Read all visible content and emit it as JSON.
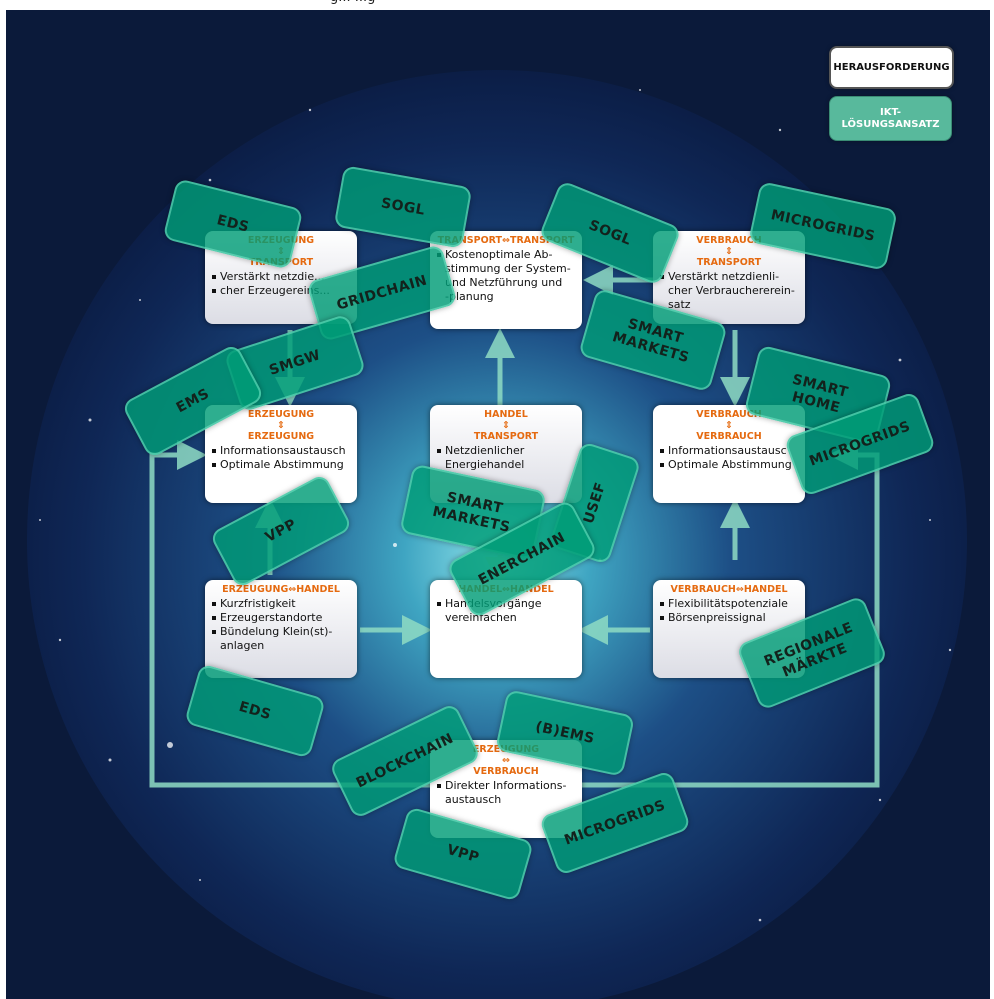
{
  "top_text": "g... ...g",
  "legend": {
    "challenge": "HERAUSFORDERUNG",
    "ict_solution": "IKT-\nLÖSUNGSANSATZ"
  },
  "colors": {
    "background": "#0b1a3a",
    "globe_center": "#5ec9d6",
    "challenge_title": "#e56a10",
    "solution_fill": "#009c76",
    "arrow": "#8fdcc4"
  },
  "cards": {
    "erz_trans": {
      "title": "ERZEUGUNG\n⇕\nTRANSPORT",
      "items": [
        "Verstärkt netzdie...",
        "cher Erzeugereins..."
      ]
    },
    "trans_trans": {
      "title": "TRANSPORT⇔TRANSPORT",
      "items": [
        "Kostenoptimale Ab-\nstimmung der System-\nund Netzführung und\n-planung"
      ]
    },
    "verb_trans": {
      "title": "VERBRAUCH\n⇕\nTRANSPORT",
      "items": [
        "Verstärkt netzdienli-\ncher Verbrauchererein-\nsatz"
      ]
    },
    "erz_erz": {
      "title": "ERZEUGUNG\n⇕\nERZEUGUNG",
      "items": [
        "Informationsaustausch",
        "Optimale Abstimmung"
      ]
    },
    "hand_trans": {
      "title": "HANDEL\n⇕\nTRANSPORT",
      "items": [
        "Netzdienlicher\nEnergiehandel"
      ]
    },
    "verb_verb": {
      "title": "VERBRAUCH\n⇕\nVERBRAUCH",
      "items": [
        "Informationsaustausc",
        "Optimale Abstimmung"
      ]
    },
    "erz_hand": {
      "title": "ERZEUGUNG⇔HANDEL",
      "items": [
        "Kurzfristigkeit",
        "Erzeugerstandorte",
        "Bündelung Klein(st)-\nanlagen"
      ]
    },
    "hand_hand": {
      "title": "HANDEL⇔HANDEL",
      "items": [
        "Handelsvorgänge\nvereinfachen"
      ]
    },
    "verb_hand": {
      "title": "VERBRAUCH⇔HANDEL",
      "items": [
        "Flexibilitätspotenziale",
        "Börsenpreissignal"
      ]
    },
    "erz_verb": {
      "title": "ERZEUGUNG\n⇔\nVERBRAUCH",
      "items": [
        "Direkter Informations-\naustausch"
      ]
    }
  },
  "solutions": [
    {
      "id": "eds_top",
      "label": "EDS"
    },
    {
      "id": "sogl_left",
      "label": "SOGL"
    },
    {
      "id": "sogl_right",
      "label": "SOGL"
    },
    {
      "id": "microgrids_top",
      "label": "MICROGRIDS"
    },
    {
      "id": "gridchain",
      "label": "GRIDCHAIN"
    },
    {
      "id": "smgw",
      "label": "SMGW"
    },
    {
      "id": "smart_markets_right",
      "label": "SMART\nMARKETS"
    },
    {
      "id": "ems",
      "label": "EMS"
    },
    {
      "id": "smart_home",
      "label": "SMART\nHOME"
    },
    {
      "id": "microgrids_mid",
      "label": "MICROGRIDS"
    },
    {
      "id": "vpp_left",
      "label": "VPP"
    },
    {
      "id": "smart_markets_mid",
      "label": "SMART\nMARKETS"
    },
    {
      "id": "usef",
      "label": "USEF"
    },
    {
      "id": "enerchain",
      "label": "ENERCHAIN"
    },
    {
      "id": "regionale_maerkte",
      "label": "REGIONALE\nMÄRKTE"
    },
    {
      "id": "eds_bottom",
      "label": "EDS"
    },
    {
      "id": "bems",
      "label": "(B)EMS"
    },
    {
      "id": "blockchain",
      "label": "BLOCKCHAIN"
    },
    {
      "id": "microgrids_bottom",
      "label": "MICROGRIDS"
    },
    {
      "id": "vpp_bottom",
      "label": "VPP"
    }
  ]
}
